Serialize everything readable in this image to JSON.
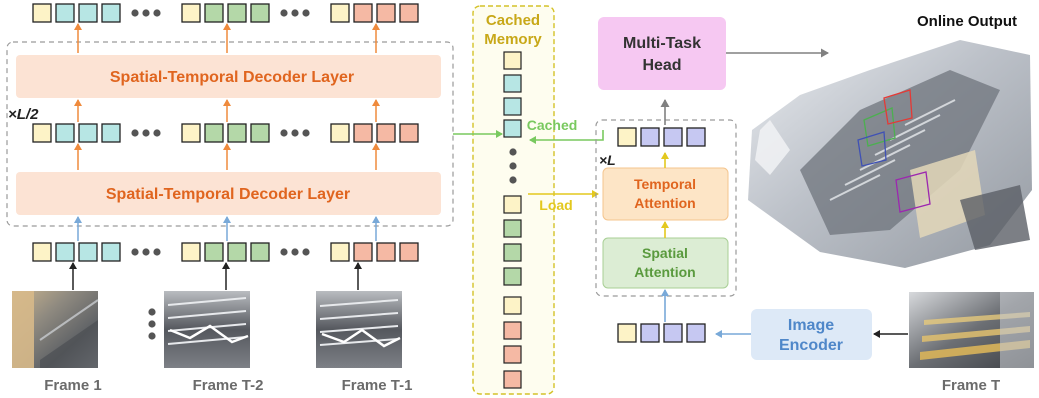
{
  "decoder": {
    "layer_label": "Spatial-Temporal Decoder Layer",
    "repeat_label": "×L/2"
  },
  "memory": {
    "title_line1": "Cached",
    "title_line2": "Memory",
    "cached_label": "Cached",
    "load_label": "Load"
  },
  "attention": {
    "repeat_label": "×L",
    "temporal_line1": "Temporal",
    "temporal_line2": "Attention",
    "spatial_line1": "Spatial",
    "spatial_line2": "Attention"
  },
  "head": {
    "line1": "Multi-Task",
    "line2": "Head"
  },
  "encoder": {
    "line1": "Image",
    "line2": "Encoder"
  },
  "output": {
    "title": "Online Output"
  },
  "frames": {
    "frame1": "Frame 1",
    "frame_t2": "Frame T-2",
    "frame_t1": "Frame T-1",
    "frame_t": "Frame T"
  },
  "colors": {
    "cream": "#fdf3c7",
    "teal": "#b7e6e4",
    "green": "#b4d8a8",
    "salmon": "#f5b9a4",
    "lavender": "#c6c8f2",
    "decoder_fill": "#fce3d4",
    "decoder_text": "#e0651f",
    "orange_arrow": "#ef8a3c",
    "memory_border": "#d4c228",
    "memory_text": "#c8a818",
    "memory_fill": "#fefdef",
    "cached_green": "#79c95f",
    "load_yellow": "#e3c81e",
    "head_fill": "#f6c8f2",
    "temporal_fill": "#fde5c6",
    "spatial_fill": "#dcedd4",
    "encoder_fill": "#dde9f7",
    "encoder_text": "#4f87c9",
    "blue_arrow": "#79a9d8"
  }
}
